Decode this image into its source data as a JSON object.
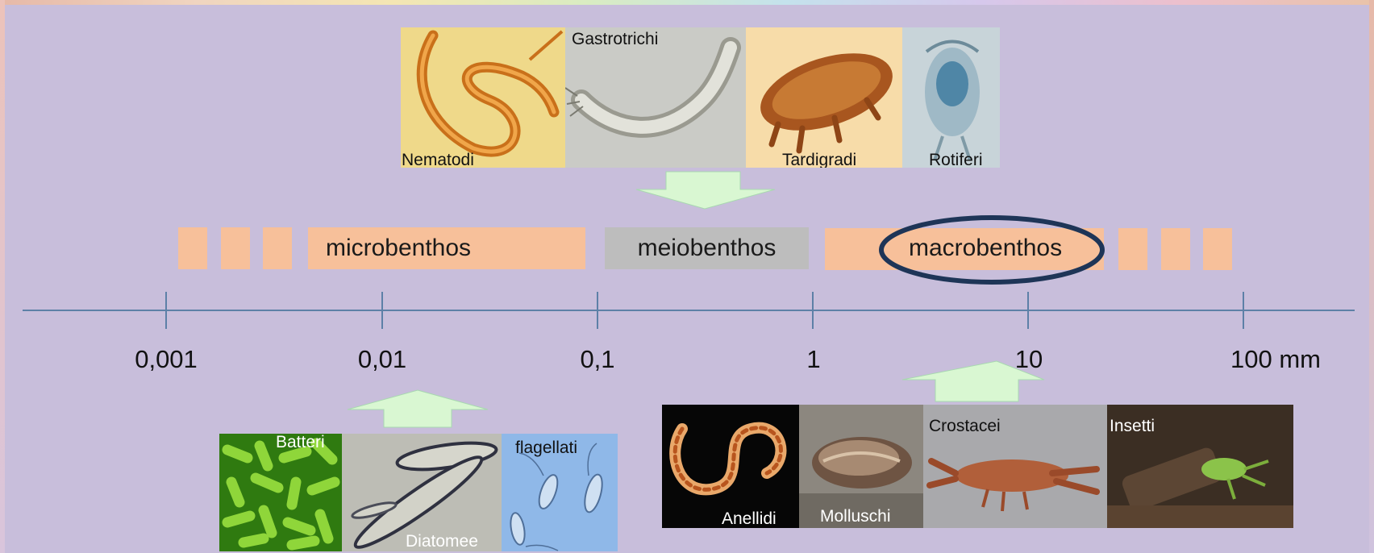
{
  "organisms_top": {
    "nematodi": "Nematodi",
    "gastrotrichi": "Gastrotrichi",
    "tardigradi": "Tardigradi",
    "rotiferi": "Rotiferi"
  },
  "size_classes": {
    "microbenthos": "microbenthos",
    "meiobenthos": "meiobenthos",
    "macrobenthos": "macrobenthos"
  },
  "axis": {
    "ticks": [
      "0,001",
      "0,01",
      "0,1",
      "1",
      "10",
      "100 mm"
    ]
  },
  "organisms_micro": {
    "batteri": "Batteri",
    "diatomee": "Diatomee",
    "flagellati": "flagellati"
  },
  "organisms_macro": {
    "anellidi": "Anellidi",
    "molluschi": "Molluschi",
    "crostacei": "Crostacei",
    "insetti": "Insetti"
  },
  "colors": {
    "background": "#c8bedb",
    "band_orange": "#f7c09a",
    "band_grey": "#bdbdbd",
    "axis": "#5d80a7",
    "arrow_fill": "#d9f7d2",
    "highlight_ellipse": "#1e3557"
  }
}
